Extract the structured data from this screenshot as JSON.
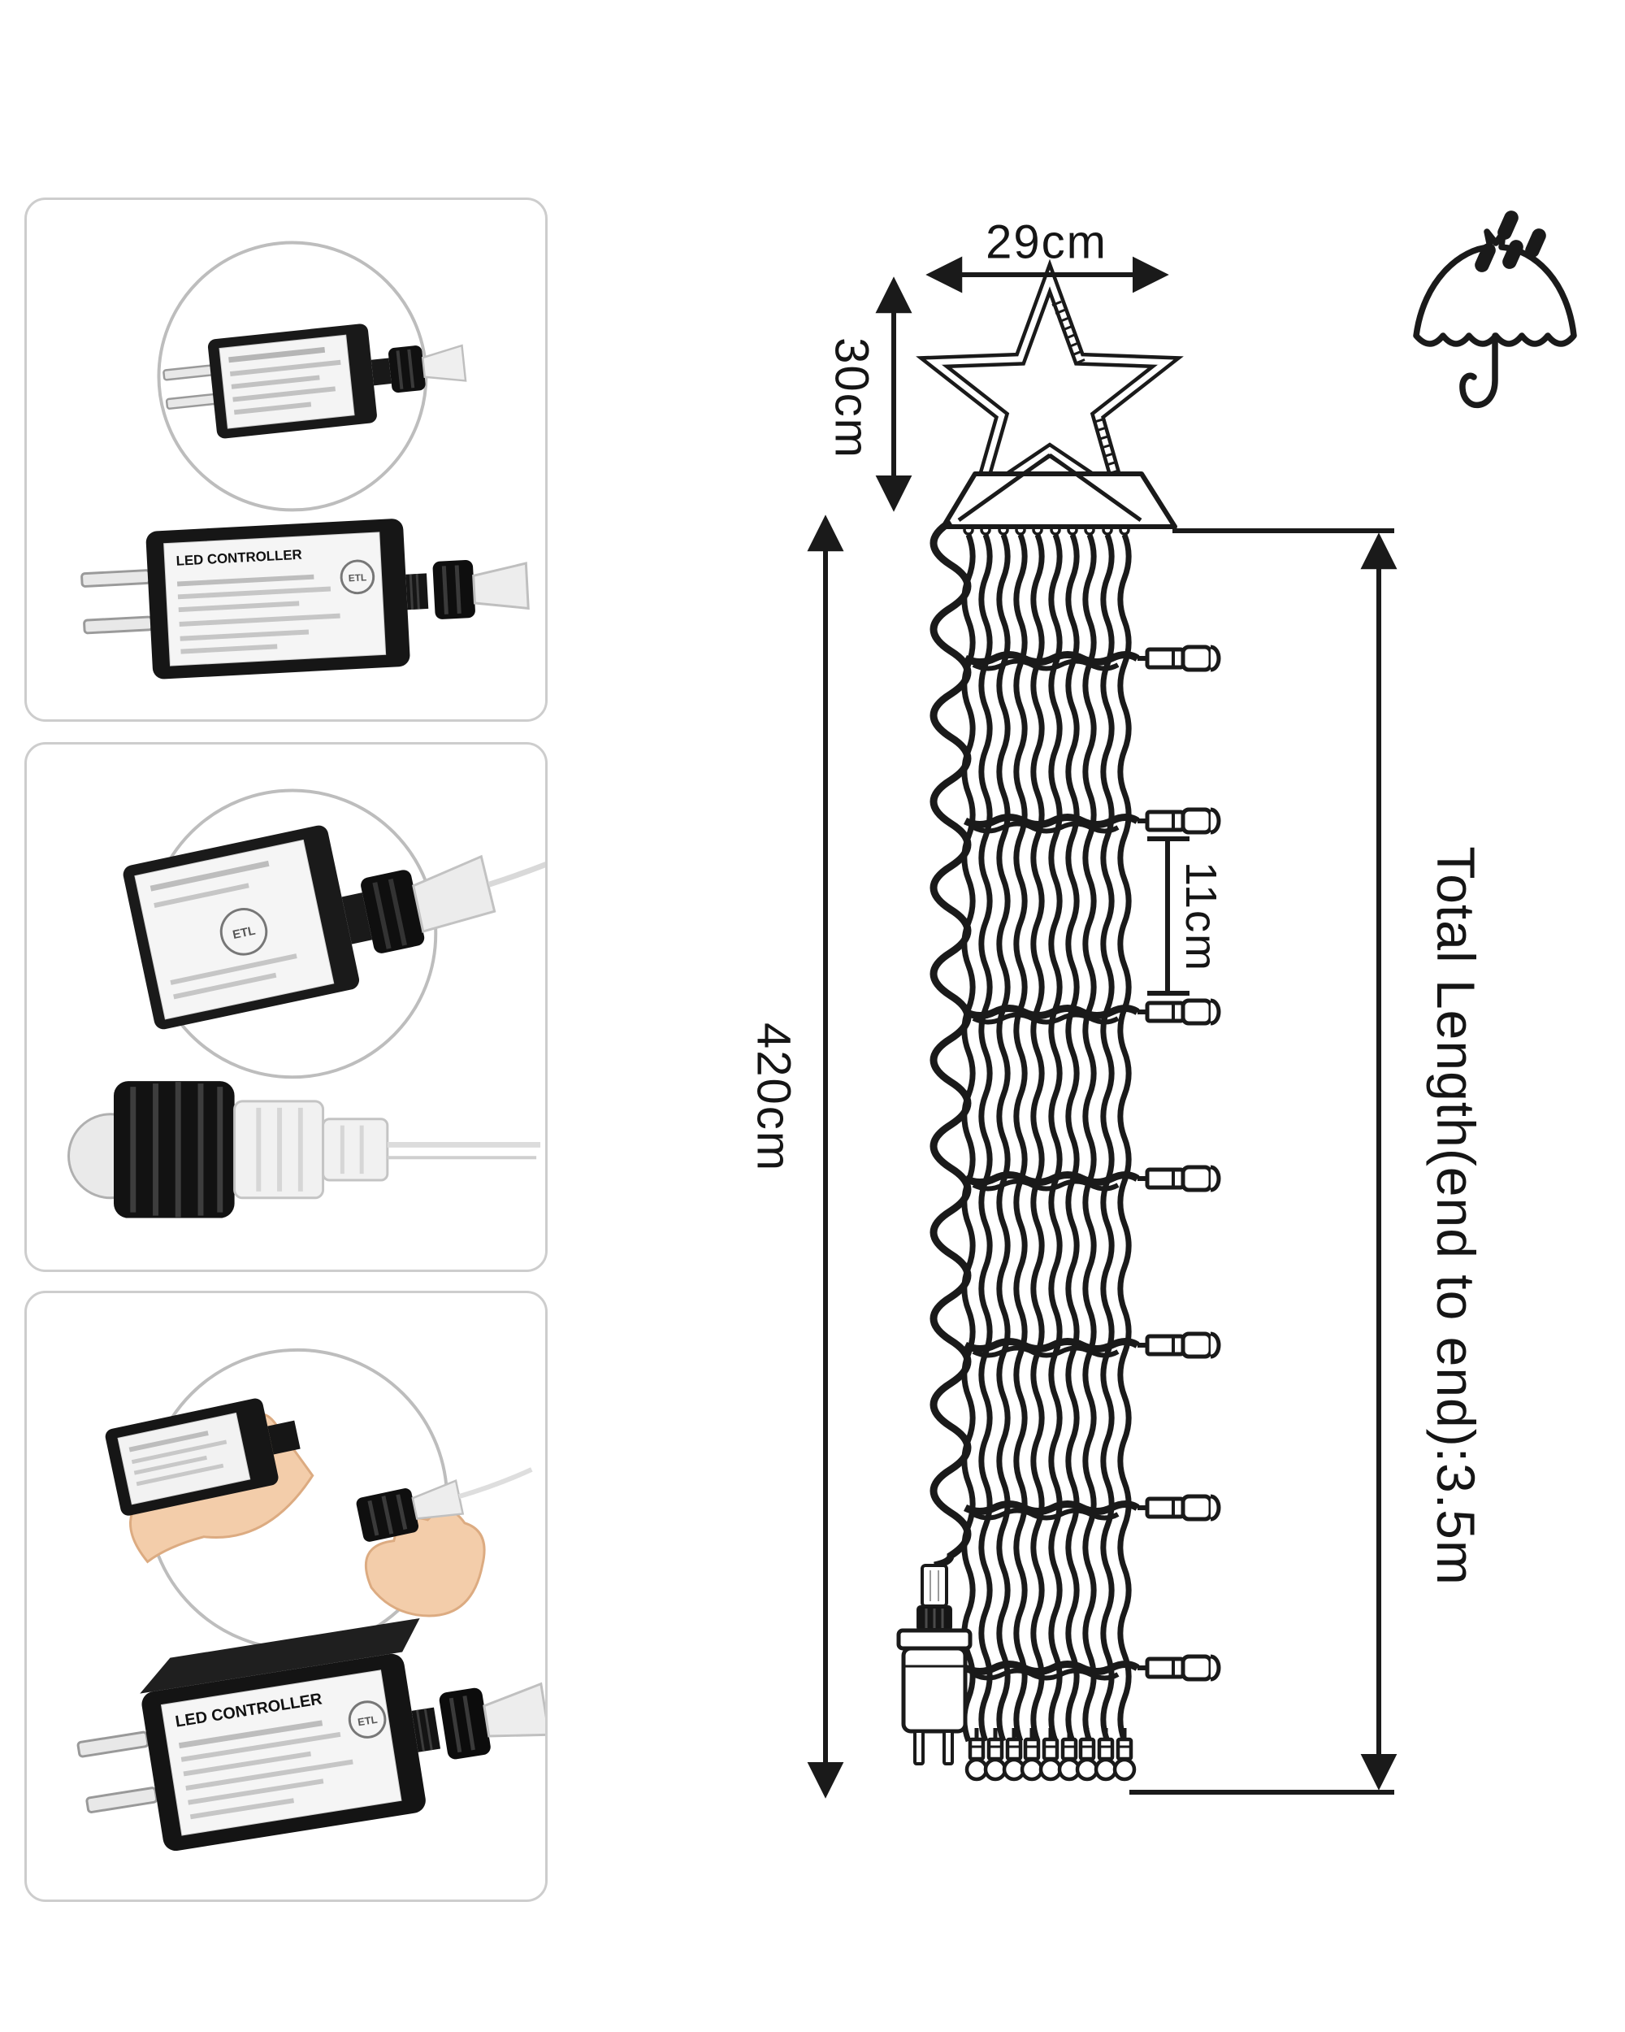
{
  "page": {
    "background": "#ffffff",
    "ink_color": "#1a1a1a",
    "panel_border_color": "#cdcdcd"
  },
  "dimensions": {
    "star_width": "29cm",
    "star_height": "30cm",
    "drop_length": "420cm",
    "row_spacing": "11cm",
    "total_length": "Total Length(end to end):3.5m"
  },
  "device": {
    "label_title": "LED CONTROLLER",
    "cert_mark": "ETL"
  },
  "icons": {
    "waterproof": "umbrella-rain-icon",
    "star_topper": "star-outline-icon",
    "power_plug": "power-plug-icon",
    "row_connector": "string-connector-icon",
    "string_end": "bulb-terminal-icon"
  },
  "panels": [
    {
      "name": "adapter-with-plug-photo"
    },
    {
      "name": "connector-closeup-photo"
    },
    {
      "name": "hands-connecting-photo"
    }
  ]
}
